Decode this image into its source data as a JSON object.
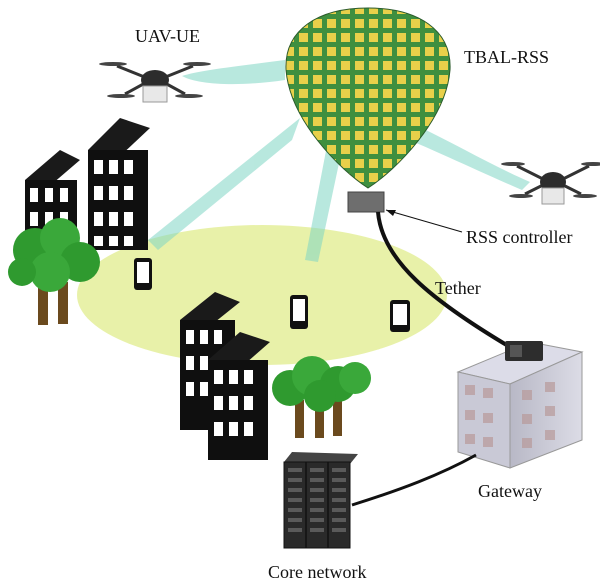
{
  "labels": {
    "uav_ue": "UAV-UE",
    "tbal_rss": "TBAL-RSS",
    "rss_controller": "RSS controller",
    "tether": "Tether",
    "gateway": "Gateway",
    "core_network": "Core network"
  },
  "colors": {
    "balloon_green": "#3f8f3f",
    "balloon_yellow": "#e8d04a",
    "beam": "#7fd6c4",
    "coverage_area": "#e6f0a0",
    "building": "#0f0f0f",
    "tree_foliage": "#2f9a2f",
    "tree_trunk": "#6b4a1e",
    "gateway_building": "#c9c9d6",
    "server_rack": "#2a2a2a"
  },
  "icons": [
    "uav-icon",
    "balloon-icon",
    "smartphone-icon",
    "building-icon",
    "tree-icon",
    "gateway-building-icon",
    "server-rack-icon"
  ]
}
